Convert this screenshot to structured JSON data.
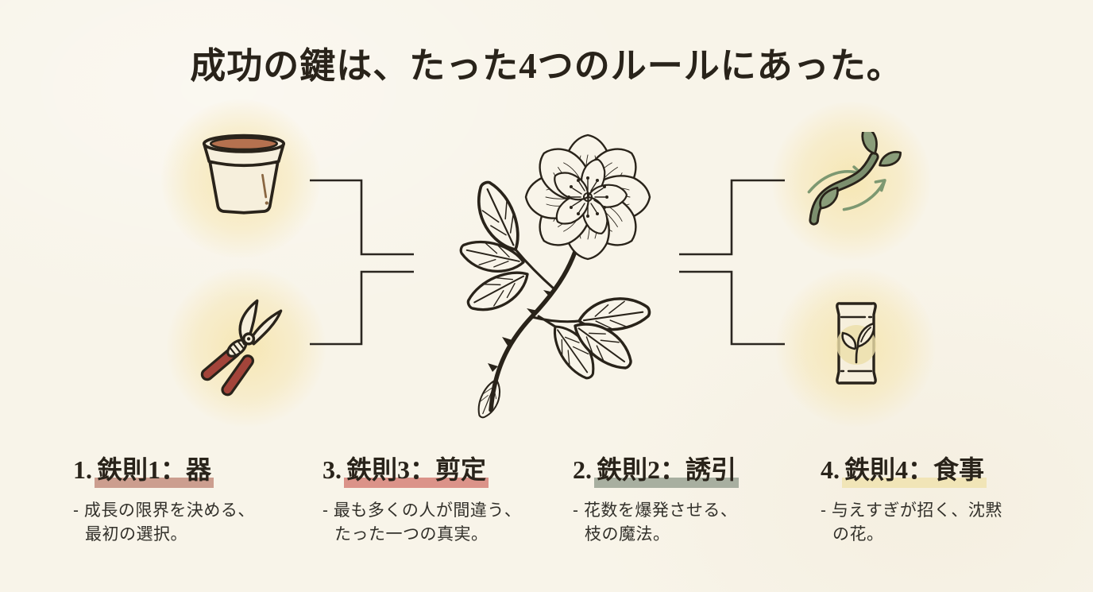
{
  "title": "成功の鍵は、たった4つのルールにあった。",
  "colors": {
    "background": "#f8f4e9",
    "ink": "#29231a",
    "bracket": "#2b2620",
    "cream_fill": "#f6efdc",
    "pot_soil": "#b5714f",
    "pot_highlight": "#8a6742",
    "shears_red": "#a3443a",
    "vine_green": "#7c8f6e",
    "vine_leaf": "#8a9d7a",
    "arrow_green": "#7d9871",
    "bag_yellow": "#ecdfa9",
    "glow": "#f6e4aa"
  },
  "center_illustration": "hand-drawn botanical rose line art",
  "icons": {
    "top_left": "flower-pot-icon",
    "bottom_left": "pruning-shears-icon",
    "top_right": "training-vine-arrows-icon",
    "bottom_right": "fertilizer-bag-icon"
  },
  "sections": [
    {
      "number": "1.",
      "title": "鉄則1：器",
      "highlight_color": "#c9998a",
      "desc_lines": [
        "- 成長の限界を決める、",
        "最初の選択。"
      ]
    },
    {
      "number": "3.",
      "title": "鉄則3：剪定",
      "highlight_color": "#d98d84",
      "desc_lines": [
        "- 最も多くの人が間違う、",
        "たった一つの真実。"
      ]
    },
    {
      "number": "2.",
      "title": "鉄則2：誘引",
      "highlight_color": "#a3ab9c",
      "desc_lines": [
        "- 花数を爆発させる、",
        "枝の魔法。"
      ]
    },
    {
      "number": "4.",
      "title": "鉄則4：食事",
      "highlight_color": "#f0e4b4",
      "desc_lines": [
        "- 与えすぎが招く、沈黙",
        "の花。"
      ]
    }
  ]
}
